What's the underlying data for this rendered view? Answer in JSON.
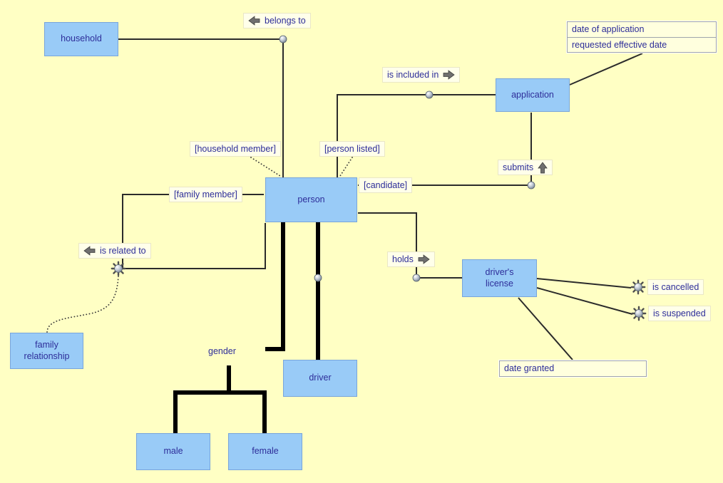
{
  "colors": {
    "background": "#FFFFC4",
    "entity_fill": "#99CBF7",
    "entity_border": "#79A5DB",
    "text": "#2D2D99",
    "connector_line": "#2B2B2B",
    "subtype_line": "#000000",
    "label_background": "#FFFFEA",
    "attribute_fill": "#FFFFDE"
  },
  "entities": {
    "household": "household",
    "application": "application",
    "person": "person",
    "family_relationship": "family relationship",
    "drivers_license": "driver's license",
    "driver": "driver",
    "male": "male",
    "female": "female"
  },
  "labels": {
    "belongs_to": "belongs to",
    "is_included_in": "is included in",
    "household_member": "[household member]",
    "person_listed": "[person listed]",
    "family_member": "[family member]",
    "candidate": "[candidate]",
    "submits": "submits",
    "holds": "holds",
    "is_related_to": "is related to",
    "gender": "gender",
    "is_cancelled": "is cancelled",
    "is_suspended": "is suspended"
  },
  "attributes": {
    "application": [
      "date of application",
      "requested effective date"
    ],
    "drivers_license": [
      "date granted"
    ]
  }
}
